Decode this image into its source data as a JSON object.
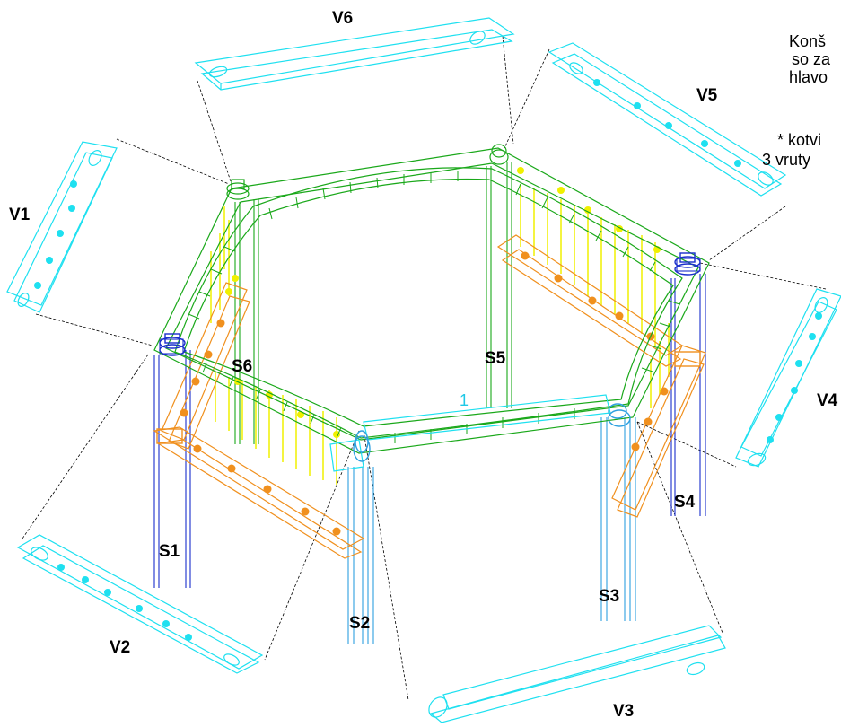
{
  "labels": {
    "V1": "V1",
    "V2": "V2",
    "V3": "V3",
    "V4": "V4",
    "V5": "V5",
    "V6": "V6",
    "S1": "S1",
    "S2": "S2",
    "S3": "S3",
    "S4": "S4",
    "S5": "S5",
    "S6": "S6",
    "num1": "1"
  },
  "notes": {
    "line1": "Konš",
    "line2": "so za",
    "line3": "hlavo",
    "line4": "* kotvi",
    "line5": "3 vruty"
  },
  "colors": {
    "cyan": "#1ee0f0",
    "green": "#1aa81a",
    "yellow": "#f0f000",
    "orange": "#f0901e",
    "blue": "#1a2ecc",
    "lightblue": "#2ea0e0",
    "leader": "#000000"
  }
}
